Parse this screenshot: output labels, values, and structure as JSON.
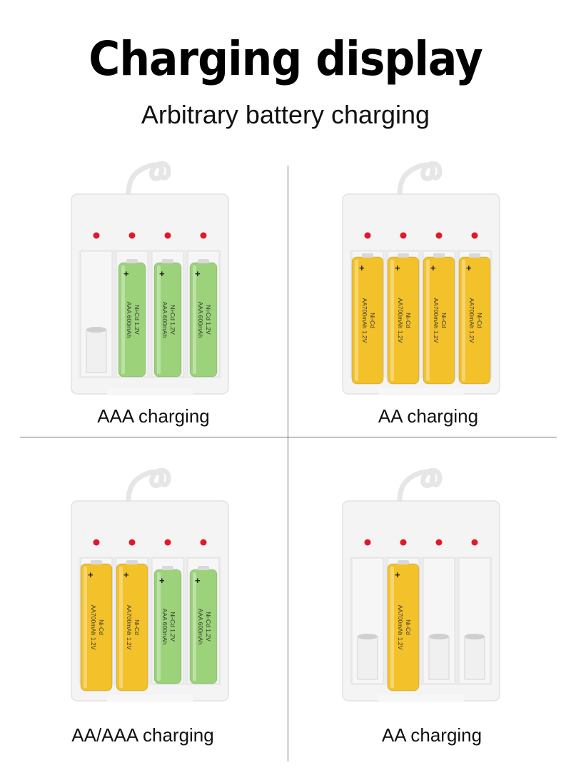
{
  "header": {
    "title": "Charging display",
    "subtitle": "Arbitrary battery charging"
  },
  "panels": [
    {
      "caption": "AAA charging",
      "slots": [
        "empty",
        "aaa",
        "aaa",
        "aaa"
      ],
      "labels": {
        "aaa": [
          "Ni-Cd 1.2V",
          "AAA 600mAh"
        ]
      }
    },
    {
      "caption": "AA charging",
      "slots": [
        "aa",
        "aa",
        "aa",
        "aa"
      ],
      "labels": {
        "aa": [
          "Ni-Cd",
          "AA700mAh 1.2V"
        ]
      }
    },
    {
      "caption": "AA/AAA charging",
      "slots": [
        "aa",
        "aa",
        "aaa",
        "aaa"
      ],
      "labels": {
        "aa": [
          "Ni-Cd",
          "AA700mAh 1.2V"
        ],
        "aaa": [
          "Ni-Cd 1.2V",
          "AAA 600mAh"
        ]
      }
    },
    {
      "caption": "AA charging",
      "slots": [
        "empty",
        "aa",
        "empty",
        "empty"
      ],
      "labels": {
        "aa": [
          "Ni-Cd",
          "AA700mAh 1.2V"
        ]
      }
    }
  ],
  "colors": {
    "aa_battery": "#f3c12a",
    "aaa_battery": "#9bd27a",
    "led": "#e0192a",
    "charger_body": "#f4f4f4"
  }
}
